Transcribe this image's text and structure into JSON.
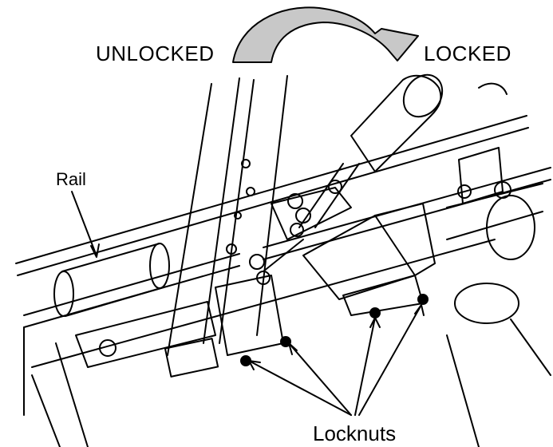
{
  "labels": {
    "unlocked": "UNLOCKED",
    "locked": "LOCKED",
    "rail": "Rail",
    "locknuts": "Locknuts"
  },
  "colors": {
    "line": "#000000",
    "arrow_fill": "#c8c8c8",
    "background": "#ffffff"
  }
}
